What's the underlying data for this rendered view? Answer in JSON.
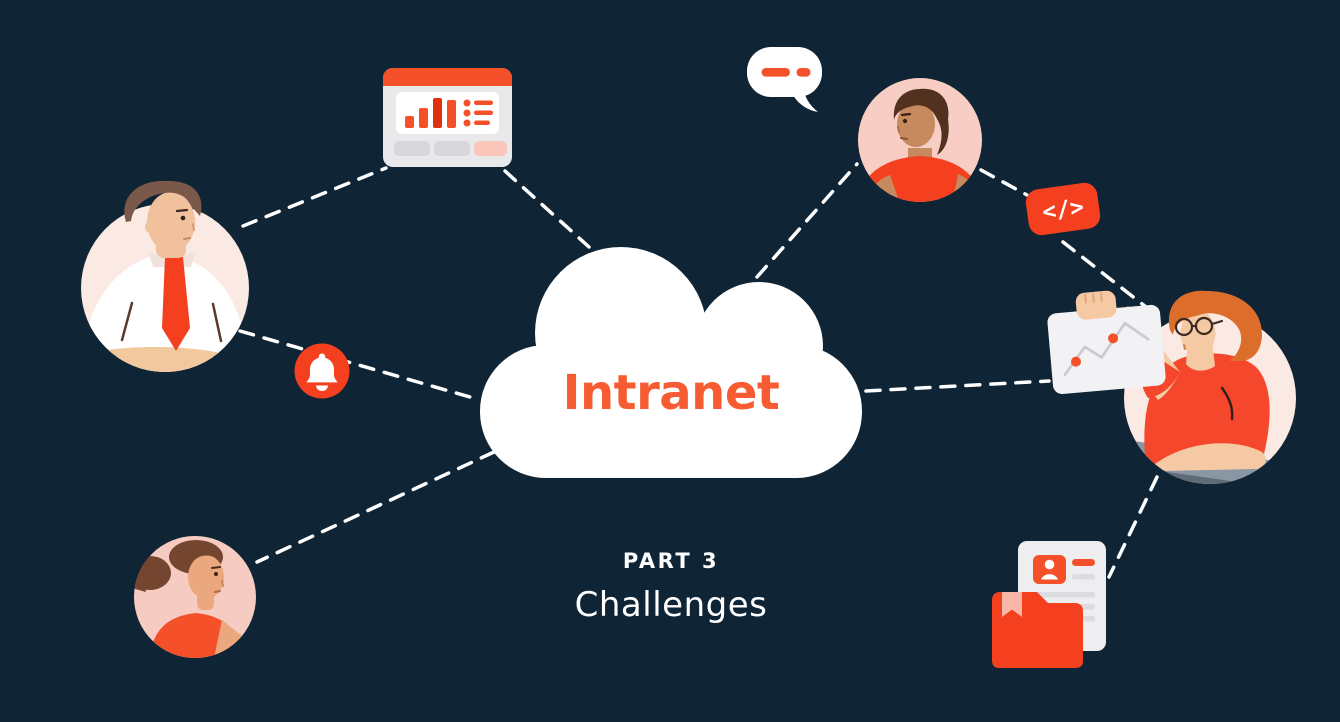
{
  "cloud": {
    "label": "Intranet"
  },
  "caption": {
    "part": "PART 3",
    "title": "Challenges"
  },
  "code_icon": {
    "label": "</>"
  },
  "colors": {
    "background": "#0F2434",
    "accent_red": "#F4401F",
    "accent_orange": "#F4502A",
    "cloud_text": "#F75B32",
    "avatar_pink": "#F8CEC4",
    "avatar_pink_light": "#FBE9E4",
    "white": "#FFFFFF"
  },
  "icons": [
    "cloud-shape",
    "browser-analytics-icon",
    "notification-bell-icon",
    "chat-bubble-icon",
    "code-tag-icon",
    "line-chart-card-icon",
    "folder-documents-icon"
  ],
  "figures": [
    "businessman-avatar",
    "young-man-avatar",
    "woman-ponytail-avatar",
    "woman-glasses-chart-figure"
  ]
}
